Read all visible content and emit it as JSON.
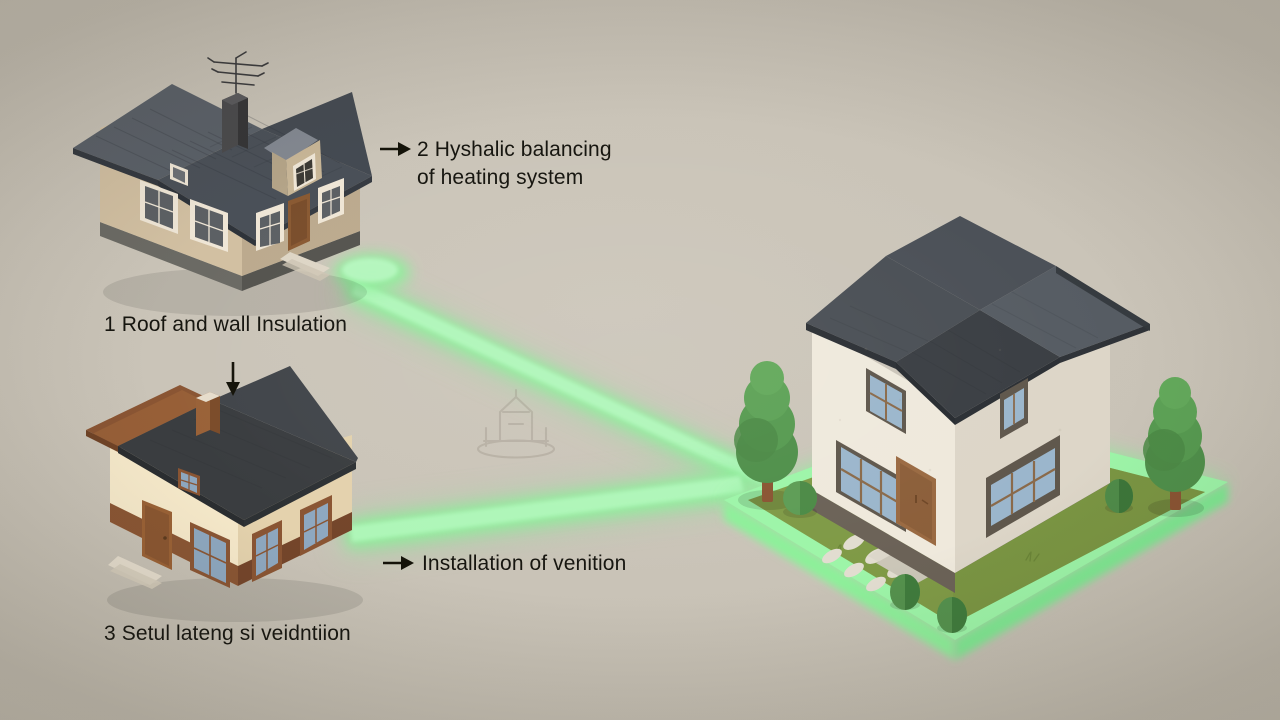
{
  "scene": {
    "title": "Home energy retrofit steps isometric illustration",
    "background_color": "#c9c3b7",
    "glow_color": "#8df09a",
    "text_color": "#16150f"
  },
  "labels": {
    "step1": "1 Roof and wall Insulation",
    "step2_line1": "2 Hyshalic balancing",
    "step2_line2": "of heating system",
    "step3_arrow": "Installation of venition",
    "step3": "3 Setul lateng si veidntiion"
  },
  "icons": {
    "arrow_right": "arrow-right-icon",
    "arrow_down": "arrow-down-icon",
    "watermark": "house-watermark-icon"
  },
  "houses": {
    "house1": {
      "name": "Old house with slate roof, chimney and antenna",
      "wall_color": "#cdbb9e",
      "roof_color": "#4b5058",
      "trim_color": "#efe6d6",
      "door_color": "#8a5a33"
    },
    "house2": {
      "name": "Cream house with brown trim and dark roof",
      "wall_color": "#f2e4c6",
      "roof_color": "#3b3e41",
      "trim_color": "#8a5533",
      "door_color": "#9a6135"
    },
    "main_house": {
      "name": "Renovated white house on green glowing plot",
      "wall_color": "#efe9dc",
      "roof_color": "#3f4348",
      "trim_color": "#6b6257",
      "door_color": "#9a6a42",
      "grass_color": "#7f9a46",
      "tree_color": "#4f8f4a",
      "trunk_color": "#8a5432"
    }
  },
  "beams": {
    "upper": {
      "name": "glow-beam-house1-to-main",
      "color": "#8df09a"
    },
    "lower": {
      "name": "glow-beam-house2-to-main",
      "color": "#8df09a"
    }
  }
}
